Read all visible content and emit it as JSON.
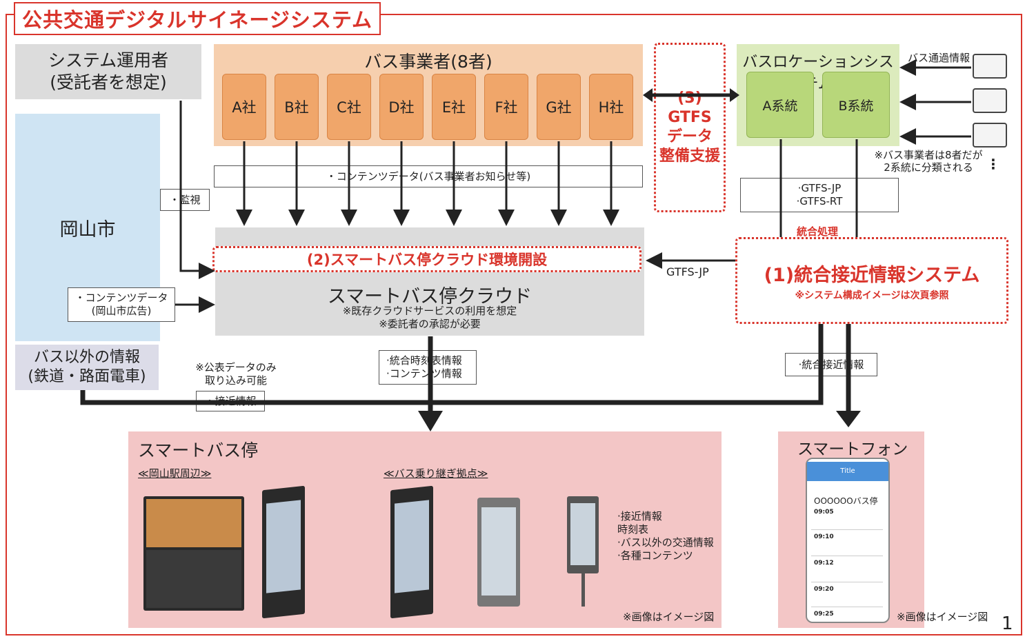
{
  "title": "公共交通デジタルサイネージシステム",
  "operator": {
    "line1": "システム運用者",
    "line2": "(受託者を想定)"
  },
  "city": {
    "label": "岡山市"
  },
  "monitor": {
    "label": "・監視"
  },
  "city_content": {
    "line1": "・コンテンツデータ",
    "line2": "(岡山市広告)"
  },
  "nonbus": {
    "line1": "バス以外の情報",
    "line2": "(鉄道・路面電車)"
  },
  "public_note": {
    "line1": "※公表データのみ",
    "line2": "取り込み可能"
  },
  "approach_left": {
    "label": "・接近情報"
  },
  "bus_operators": {
    "title": "バス事業者(8者)",
    "companies": [
      "A社",
      "B社",
      "C社",
      "D社",
      "E社",
      "F社",
      "G社",
      "H社"
    ]
  },
  "content_data": {
    "label": "・コンテンツデータ(バス事業者お知らせ等)"
  },
  "gtfs_support": {
    "line1": "(3)",
    "line2": "GTFS",
    "line3": "データ",
    "line4": "整備支援"
  },
  "bus_location": {
    "title": "バスロケーションシステム",
    "lines": [
      "A系統",
      "B系統"
    ],
    "pass_label": "バス通過情報",
    "note1": "※バス事業者は8者だが",
    "note2": "2系統に分類される",
    "more": "⋮"
  },
  "gtfs_box": {
    "line1": "·GTFS-JP",
    "line2": "·GTFS-RT"
  },
  "integrate_process": "統合処理",
  "integrated_system": {
    "title": "(1)統合接近情報システム",
    "note": "※システム構成イメージは次頁参照"
  },
  "gtfs_jp_arrow": "GTFS-JP",
  "cloud": {
    "setup_label": "(2)スマートバス停クラウド環境開設",
    "title": "スマートバス停クラウド",
    "note1": "※既存クラウドサービスの利用を想定",
    "note2": "※委託者の承認が必要"
  },
  "timetable_box": {
    "line1": "·統合時刻表情報",
    "line2": "·コンテンツ情報"
  },
  "approach_right": {
    "label": "·統合接近情報"
  },
  "smart_stop": {
    "title": "スマートバス停",
    "sub1": "≪岡山駅周辺≫",
    "sub2": "≪バス乗り継ぎ拠点≫",
    "features": [
      "·接近情報",
      "時刻表",
      "·バス以外の交通情報",
      "·各種コンテンツ"
    ],
    "image_note": "※画像はイメージ図"
  },
  "smartphone": {
    "title": "スマートフォン",
    "app_title": "Title",
    "stop_name": "OOOOOOバス停",
    "times": [
      "09:05",
      "09:10",
      "09:12",
      "09:20",
      "09:25"
    ],
    "image_note": "※画像はイメージ図"
  },
  "page_number": "1"
}
